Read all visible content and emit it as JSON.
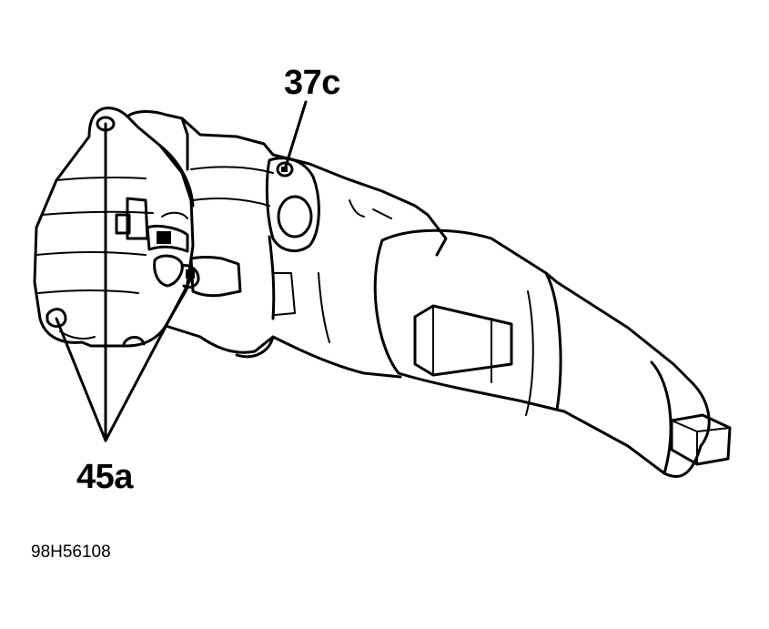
{
  "callouts": {
    "top_label": "37c",
    "bottom_label": "45a"
  },
  "figure_id": "98H56108",
  "colors": {
    "ink": "#000000",
    "background": "#ffffff"
  }
}
